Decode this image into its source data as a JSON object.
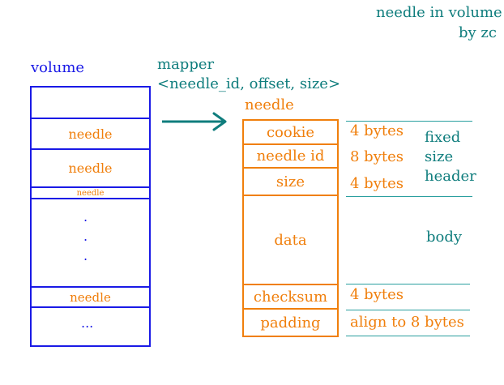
{
  "title": {
    "line1": "needle in volume",
    "line2": "by zc"
  },
  "volume": {
    "label": "volume",
    "segments": [
      "needle",
      "needle",
      "needle",
      "needle"
    ],
    "dots": ".",
    "ellipsis": "..."
  },
  "mapper": {
    "label": "mapper",
    "tuple": "<needle_id, offset, size>"
  },
  "needle": {
    "label": "needle",
    "fields": {
      "cookie": "cookie",
      "needle_id": "needle id",
      "size": "size",
      "data": "data",
      "checksum": "checksum",
      "padding": "padding"
    },
    "sizes": {
      "cookie": "4 bytes",
      "needle_id": "8 bytes",
      "size": "4 bytes",
      "checksum": "4 bytes",
      "padding": "align to 8 bytes"
    }
  },
  "groups": {
    "header_1": "fixed",
    "header_2": "size",
    "header_3": "header",
    "body": "body"
  },
  "colors": {
    "volume": "#1a1ae6",
    "needle": "#f07f0c",
    "annotation": "#0f7d7d"
  }
}
